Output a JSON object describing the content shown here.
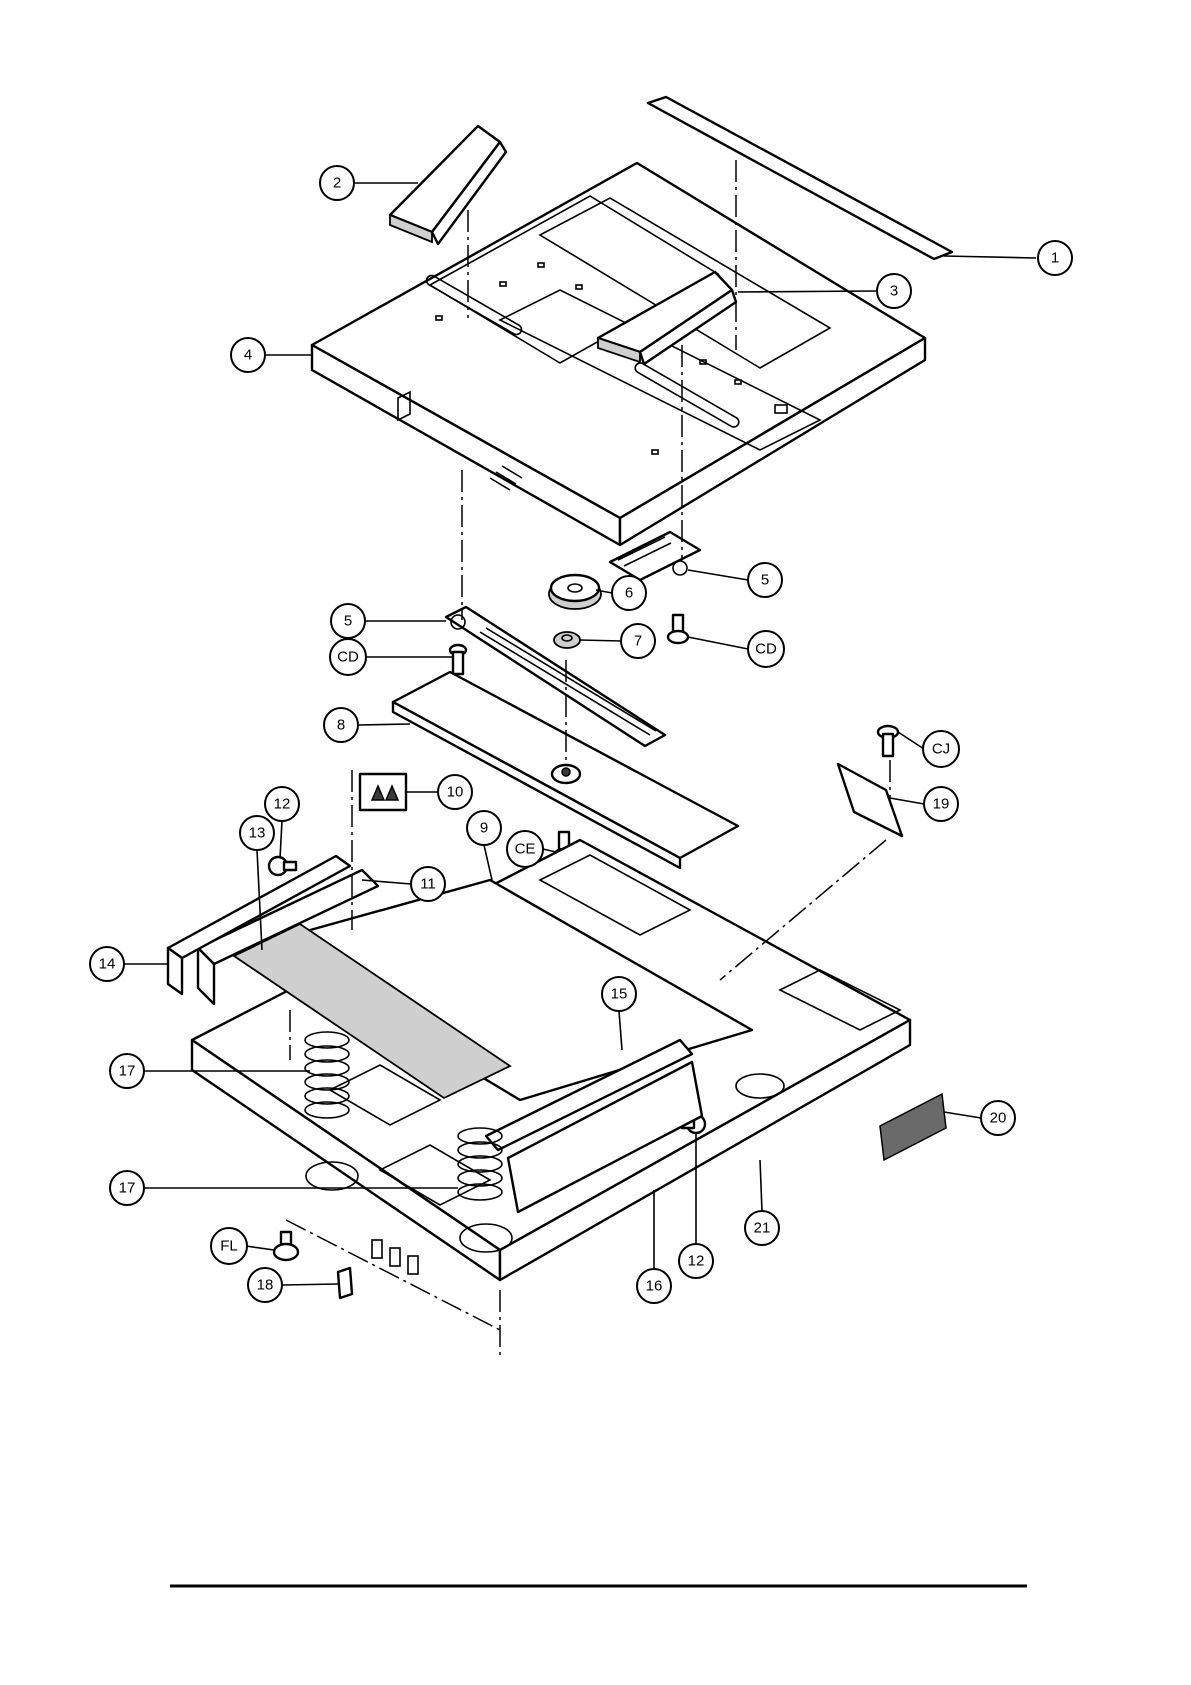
{
  "callouts": [
    {
      "label": "1"
    },
    {
      "label": "2"
    },
    {
      "label": "3"
    },
    {
      "label": "4"
    },
    {
      "label": "5"
    },
    {
      "label": "6"
    },
    {
      "label": "5"
    },
    {
      "label": "7"
    },
    {
      "label": "CD"
    },
    {
      "label": "CD"
    },
    {
      "label": "8"
    },
    {
      "label": "CJ"
    },
    {
      "label": "10"
    },
    {
      "label": "19"
    },
    {
      "label": "12"
    },
    {
      "label": "9"
    },
    {
      "label": "13"
    },
    {
      "label": "CE"
    },
    {
      "label": "11"
    },
    {
      "label": "14"
    },
    {
      "label": "15"
    },
    {
      "label": "17"
    },
    {
      "label": "20"
    },
    {
      "label": "17"
    },
    {
      "label": "21"
    },
    {
      "label": "FL"
    },
    {
      "label": "12"
    },
    {
      "label": "16"
    },
    {
      "label": "18"
    }
  ],
  "colors": {
    "ink": "#000000",
    "paper": "#ffffff",
    "shade": "#cfcfcf"
  }
}
